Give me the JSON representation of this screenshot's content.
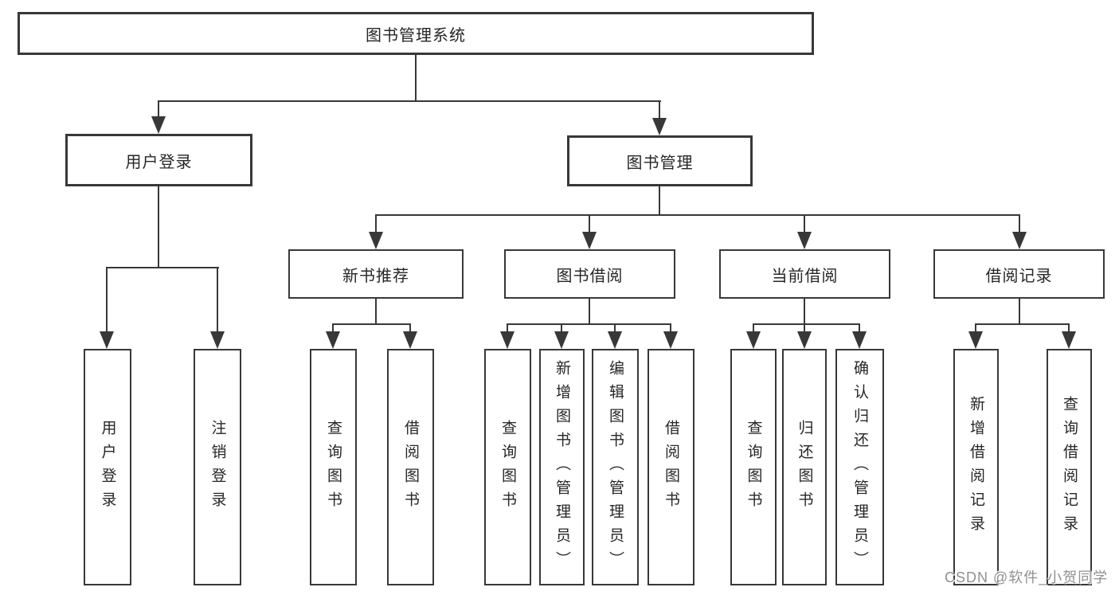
{
  "diagram": {
    "root": {
      "label": "图书管理系统"
    },
    "level2": [
      {
        "label": "用户登录",
        "parent": "图书管理系统"
      },
      {
        "label": "图书管理",
        "parent": "图书管理系统"
      }
    ],
    "level3": [
      {
        "label": "新书推荐",
        "parent": "图书管理"
      },
      {
        "label": "图书借阅",
        "parent": "图书管理"
      },
      {
        "label": "当前借阅",
        "parent": "图书管理"
      },
      {
        "label": "借阅记录",
        "parent": "图书管理"
      }
    ],
    "leaves": [
      {
        "label": "用户登录",
        "parent": "用户登录"
      },
      {
        "label": "注销登录",
        "parent": "用户登录"
      },
      {
        "label": "查询图书",
        "parent": "新书推荐"
      },
      {
        "label": "借阅图书",
        "parent": "新书推荐"
      },
      {
        "label": "查询图书",
        "parent": "图书借阅"
      },
      {
        "label": "新增图书（管理员）",
        "parent": "图书借阅"
      },
      {
        "label": "编辑图书（管理员）",
        "parent": "图书借阅"
      },
      {
        "label": "借阅图书",
        "parent": "图书借阅"
      },
      {
        "label": "查询图书",
        "parent": "当前借阅"
      },
      {
        "label": "归还图书",
        "parent": "当前借阅"
      },
      {
        "label": "确认归还（管理员）",
        "parent": "当前借阅"
      },
      {
        "label": "新增借阅记录",
        "parent": "借阅记录"
      },
      {
        "label": "查询借阅记录",
        "parent": "借阅记录"
      }
    ],
    "watermark": "CSDN @软件_小贺同学",
    "colors": {
      "line": "#383838",
      "text": "#262626",
      "background": "#ffffff",
      "watermark": "#909090"
    }
  }
}
